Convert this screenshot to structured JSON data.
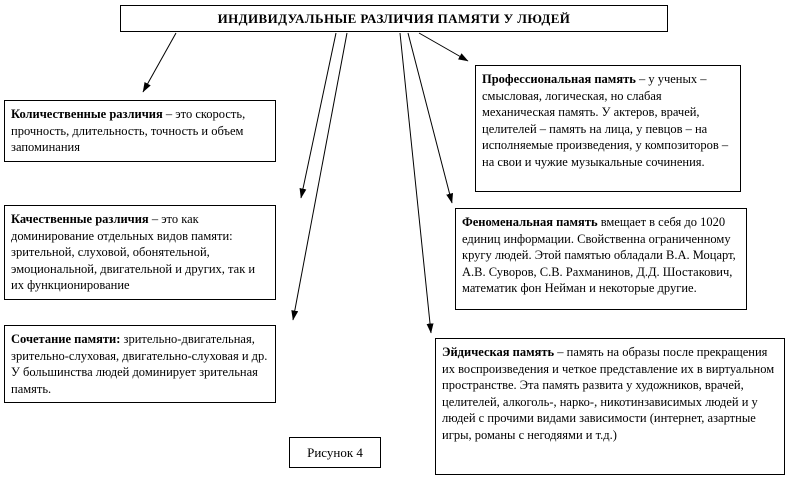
{
  "diagram": {
    "title": "ИНДИВИДУАЛЬНЫЕ РАЗЛИЧИЯ ПАМЯТИ У ЛЮДЕЙ",
    "caption": "Рисунок 4",
    "nodes": {
      "quantitative": {
        "lead": "Количественные различия",
        "body": " – это скорость, прочность, длительность, точность и объем запоминания"
      },
      "qualitative": {
        "lead": "Качественные различия",
        "body": " – это как доминирование отдельных видов памяти: зрительной, слуховой, обонятельной, эмоциональной, двигательной и других, так и их функционирование"
      },
      "combination": {
        "lead": "Сочетание памяти:",
        "body": " зрительно-двигательная, зрительно-слуховая, двигательно-слуховая и др. У большинства людей доминирует зрительная память."
      },
      "professional": {
        "lead": "Профессиональная память",
        "body": " – у ученых – смысловая, логическая, но слабая механическая память. У актеров, врачей, целителей – память на лица,  у певцов – на исполняемые произведения, у композиторов – на свои и чужие музыкальные сочинения."
      },
      "phenomenal": {
        "lead": "Феноменальная память",
        "body": "  вмещает в себя до 1020 единиц информации. Свойственна ограниченному кругу людей. Этой памятью обладали В.А. Моцарт,  А.В. Суворов, С.В. Рахманинов, Д.Д. Шостакович, математик фон Нейман и некоторые другие."
      },
      "eidetic": {
        "lead": "Эйдическая память",
        "body": " – память на образы после прекращения их воспроизведения и четкое представление их в виртуальном пространстве. Эта память развита у художников, врачей, целителей, алкоголь-, нарко-, никотинзависимых людей и у людей с прочими видами зависимости (интернет, азартные игры, романы с негодяями и т.д.)"
      }
    }
  }
}
